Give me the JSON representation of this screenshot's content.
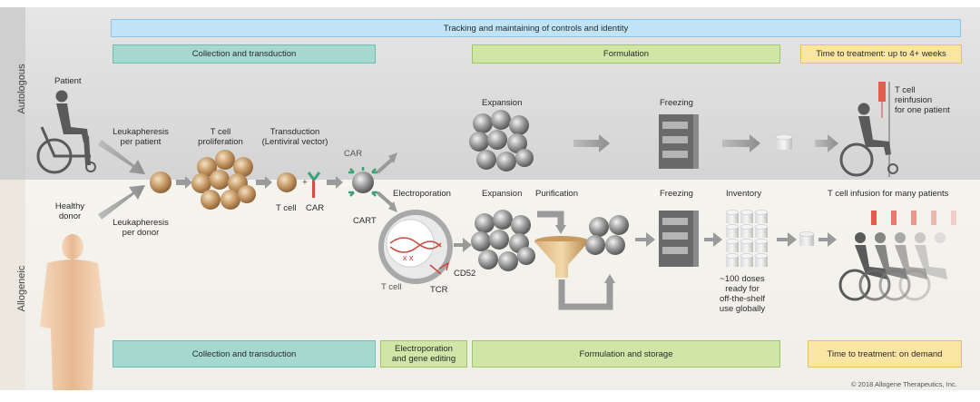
{
  "banner": {
    "tracking": "Tracking and maintaining of controls and identity"
  },
  "autologous": {
    "side_label": "Autologous",
    "bars": {
      "collection": "Collection and transduction",
      "formulation": "Formulation",
      "time": "Time to treatment: up to 4+ weeks"
    },
    "patient": "Patient",
    "leukapheresis": "Leukapheresis\nper patient",
    "expansion": "Expansion",
    "freezing": "Freezing",
    "reinfusion": "T cell\nreinfusion\nfor one patient"
  },
  "shared": {
    "proliferation": "T cell\nproliferation",
    "transduction": "Transduction\n(Lentiviral vector)",
    "t_cell": "T cell",
    "car": "CAR",
    "car_top": "CAR",
    "cart": "CART"
  },
  "allogeneic": {
    "side_label": "Allogeneic",
    "donor": "Healthy\ndonor",
    "leukapheresis": "Leukapheresis\nper donor",
    "electroporation": "Electroporation",
    "expansion": "Expansion",
    "purification": "Purification",
    "freezing": "Freezing",
    "inventory": "Inventory",
    "doses": "~100 doses\nready for\noff-the-shelf\nuse globally",
    "infusion": "T cell infusion for many patients",
    "cell_t": "T cell",
    "cd52": "CD52",
    "tcr": "TCR",
    "bars": {
      "collection": "Collection and transduction",
      "editing": "Electroporation\nand gene editing",
      "formulation": "Formulation and storage",
      "time": "Time to treatment: on demand"
    }
  },
  "copyright": "© 2018 Allogene Therapeutics, Inc.",
  "colors": {
    "banner": "#bfe4f7",
    "teal_bar": "#a5d9d0",
    "green_bar": "#cfe6a6",
    "yellow_bar": "#fbe5a2",
    "top_band": "#dcdcdc",
    "cell": "#b9905f",
    "grey_cell": "#8a8a8a"
  }
}
